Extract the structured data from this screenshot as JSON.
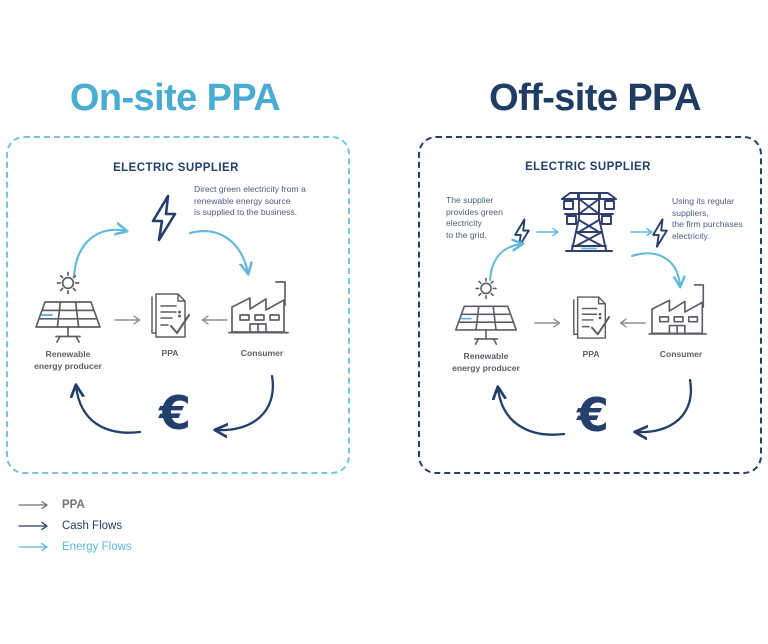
{
  "colors": {
    "light_blue": "#4BACD3",
    "navy": "#1F3D63",
    "gray": "#5C6066",
    "note_text": "#4A5E7E"
  },
  "panels": [
    {
      "id": "on-site",
      "title": "On-site PPA",
      "border_color": "#76C3E2",
      "supplier_label": "ELECTRIC SUPPLIER",
      "note": "Direct green electricity from a renewable energy source is supplied to the business.",
      "note_lines": [
        "Direct green electricity from a",
        "renewable energy source",
        "is supplied to the business."
      ],
      "nodes": [
        {
          "icon": "solar-panel-icon",
          "label_lines": [
            "Renewable",
            "energy producer"
          ]
        },
        {
          "icon": "contract-document-icon",
          "label_lines": [
            "PPA"
          ]
        },
        {
          "icon": "factory-icon",
          "label_lines": [
            "Consumer"
          ]
        }
      ],
      "currency_symbol": "€",
      "bolt_icon": "lightning-bolt-icon"
    },
    {
      "id": "off-site",
      "title": "Off-site PPA",
      "border_color": "#22406B",
      "supplier_label": "ELECTRIC SUPPLIER",
      "note_left_lines": [
        "The supplier",
        "provides green",
        "electricity",
        "to the grid."
      ],
      "note_right_lines": [
        "Using its regular",
        "suppliers,",
        "the firm purchases",
        "electricity."
      ],
      "grid_icon": "transmission-tower-icon",
      "nodes": [
        {
          "icon": "solar-panel-icon",
          "label_lines": [
            "Renewable",
            "energy producer"
          ]
        },
        {
          "icon": "contract-document-icon",
          "label_lines": [
            "PPA"
          ]
        },
        {
          "icon": "factory-icon",
          "label_lines": [
            "Consumer"
          ]
        }
      ],
      "currency_symbol": "€",
      "bolt_icon": "lightning-bolt-icon"
    }
  ],
  "legend": {
    "items": [
      {
        "label": "PPA",
        "color": "#6E7379"
      },
      {
        "label": "Cash Flows",
        "color": "#22406B"
      },
      {
        "label": "Energy Flows",
        "color": "#5FB7DC"
      }
    ]
  }
}
